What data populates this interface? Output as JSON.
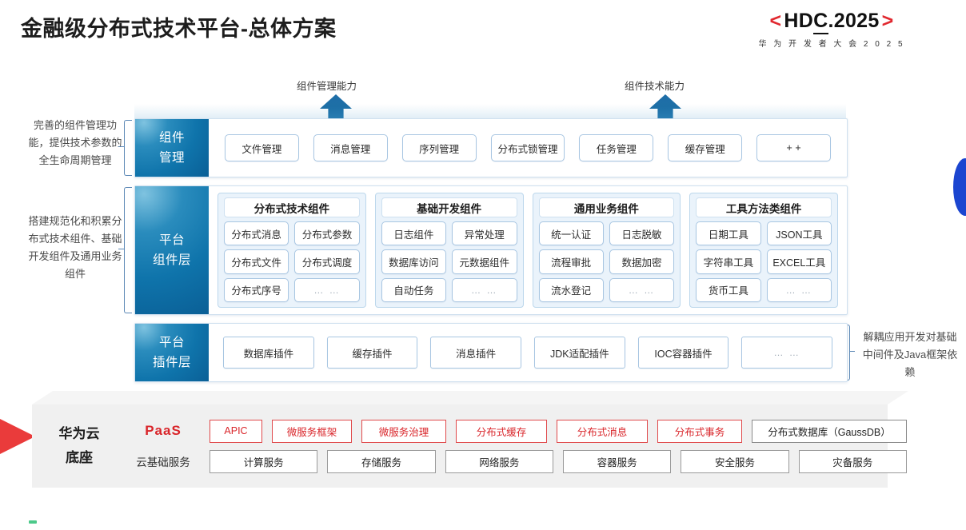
{
  "header": {
    "title": "金融级分布式技术平台-总体方案",
    "logo_main_left": "<",
    "logo_main_text_a": "HD",
    "logo_main_text_b": "C",
    "logo_main_text_c": ".2025",
    "logo_main_right": ">",
    "logo_sub": "华 为 开 发 者 大 会 2 0 2 5",
    "accent_red": "#e1282f"
  },
  "arrows": [
    {
      "label": "组件管理能力"
    },
    {
      "label": "组件技术能力"
    }
  ],
  "side_notes": {
    "left": [
      "完善的组件管理功能，提供技术参数的全生命周期管理",
      "搭建规范化和积累分布式技术组件、基础开发组件及通用业务组件"
    ],
    "right": [
      "解耦应用开发对基础中间件及Java框架依赖"
    ]
  },
  "mgmt_layer": {
    "label_line1": "组件",
    "label_line2": "管理",
    "items": [
      "文件管理",
      "消息管理",
      "序列管理",
      "分布式锁管理",
      "任务管理",
      "缓存管理",
      "+ +"
    ]
  },
  "component_layer": {
    "label_line1": "平台",
    "label_line2": "组件层",
    "groups": [
      {
        "title": "分布式技术组件",
        "rows": [
          [
            "分布式消息",
            "分布式参数"
          ],
          [
            "分布式文件",
            "分布式调度"
          ],
          [
            "分布式序号",
            "… …"
          ]
        ]
      },
      {
        "title": "基础开发组件",
        "rows": [
          [
            "日志组件",
            "异常处理"
          ],
          [
            "数据库访问",
            "元数据组件"
          ],
          [
            "自动任务",
            "… …"
          ]
        ]
      },
      {
        "title": "通用业务组件",
        "rows": [
          [
            "统一认证",
            "日志脱敏"
          ],
          [
            "流程审批",
            "数据加密"
          ],
          [
            "流水登记",
            "… …"
          ]
        ]
      },
      {
        "title": "工具方法类组件",
        "rows": [
          [
            "日期工具",
            "JSON工具"
          ],
          [
            "字符串工具",
            "EXCEL工具"
          ],
          [
            "货币工具",
            "… …"
          ]
        ]
      }
    ]
  },
  "plugin_layer": {
    "label_line1": "平台",
    "label_line2": "插件层",
    "items": [
      "数据库插件",
      "缓存插件",
      "消息插件",
      "JDK适配插件",
      "IOC容器插件",
      "… …"
    ]
  },
  "base_layer": {
    "title_line1": "华为云",
    "title_line2": "底座",
    "paas_key": "PaaS",
    "cloud_key": "云基础服务",
    "paas_items": [
      {
        "label": "APIC",
        "style": "red",
        "width": 64
      },
      {
        "label": "微服务框架",
        "style": "red",
        "width": 98
      },
      {
        "label": "微服务治理",
        "style": "red",
        "width": 104
      },
      {
        "label": "分布式缓存",
        "style": "red",
        "width": 118
      },
      {
        "label": "分布式消息",
        "style": "red",
        "width": 118
      },
      {
        "label": "分布式事务",
        "style": "red",
        "width": 106
      },
      {
        "label": "分布式数据库（GaussDB）",
        "style": "gray",
        "width": 188
      }
    ],
    "cloud_items": [
      "计算服务",
      "存储服务",
      "网络服务",
      "容器服务",
      "安全服务",
      "灾备服务"
    ]
  }
}
